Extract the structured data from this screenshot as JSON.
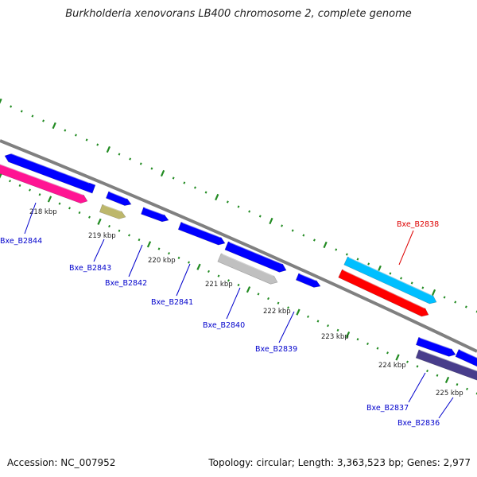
{
  "title": "Burkholderia xenovorans LB400 chromosome 2, complete genome",
  "accession": "Accession: NC_007952",
  "topology": "Topology: circular; Length: 3,363,523 bp; Genes: 2,977",
  "colors": {
    "backbone": "#808080",
    "tick": "#228b22",
    "label_default": "#0000cc",
    "label_highlight": "#dd0000"
  },
  "kbp_labels": [
    "218 kbp",
    "219 kbp",
    "220 kbp",
    "221 kbp",
    "222 kbp",
    "223 kbp",
    "224 kbp",
    "225 kbp"
  ],
  "genes": [
    {
      "id": "Bxe_B2844",
      "label": "Bxe_B2844",
      "color": "#0000ff",
      "strand": "reverse"
    },
    {
      "id": "Bxe_B2843",
      "label": "Bxe_B2843",
      "color": "#0000ff",
      "strand": "forward"
    },
    {
      "id": "Bxe_B2842",
      "label": "Bxe_B2842",
      "color": "#0000ff",
      "strand": "forward"
    },
    {
      "id": "Bxe_B2841",
      "label": "Bxe_B2841",
      "color": "#0000ff",
      "strand": "forward"
    },
    {
      "id": "Bxe_B2840",
      "label": "Bxe_B2840",
      "color": "#0000ff",
      "strand": "forward"
    },
    {
      "id": "Bxe_B2839",
      "label": "Bxe_B2839",
      "color": "#0000ff",
      "strand": "forward"
    },
    {
      "id": "Bxe_B2838",
      "label": "Bxe_B2838",
      "color": "#ff0000",
      "strand": "forward"
    },
    {
      "id": "Bxe_B2837",
      "label": "Bxe_B2837",
      "color": "#0000ff",
      "strand": "forward"
    },
    {
      "id": "Bxe_B2836",
      "label": "Bxe_B2836",
      "color": "#0000ff",
      "strand": "forward"
    }
  ],
  "feature_colors": {
    "pink": "#ff1493",
    "khaki": "#bdb76b",
    "silver": "#c0c0c0",
    "cyan": "#00bfff",
    "navy": "#483d8b"
  }
}
